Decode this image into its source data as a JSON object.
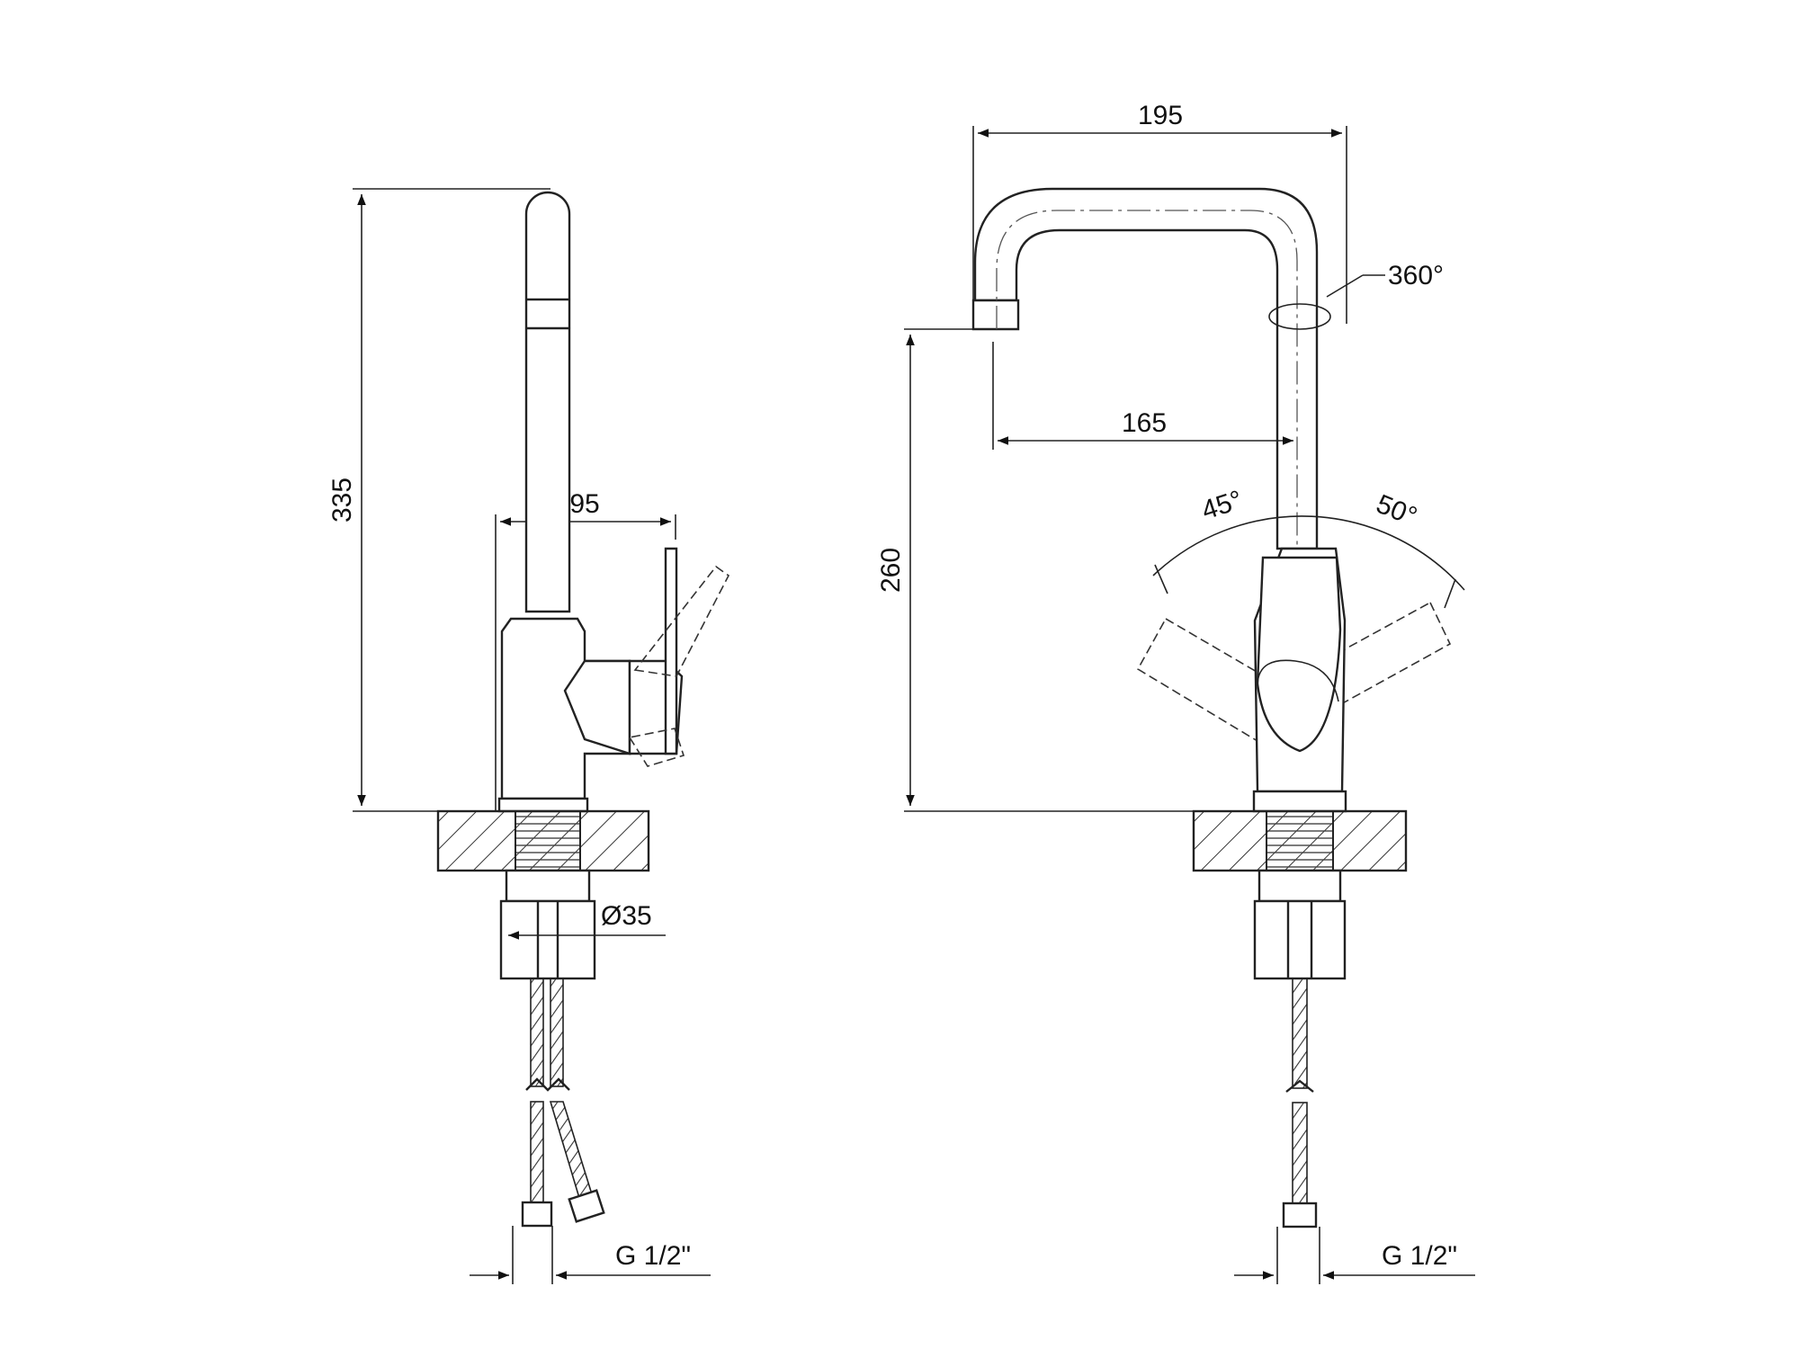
{
  "dimensions": {
    "side_height": "335",
    "side_lever_offset": "95",
    "side_base_diameter": "Ø35",
    "side_thread": "G 1/2\"",
    "front_spout_reach": "195",
    "front_spout_offset": "165",
    "front_rotation": "360°",
    "front_outlet_height": "260",
    "front_angle_left": "45°",
    "front_angle_right": "50°",
    "front_thread": "G 1/2\""
  }
}
